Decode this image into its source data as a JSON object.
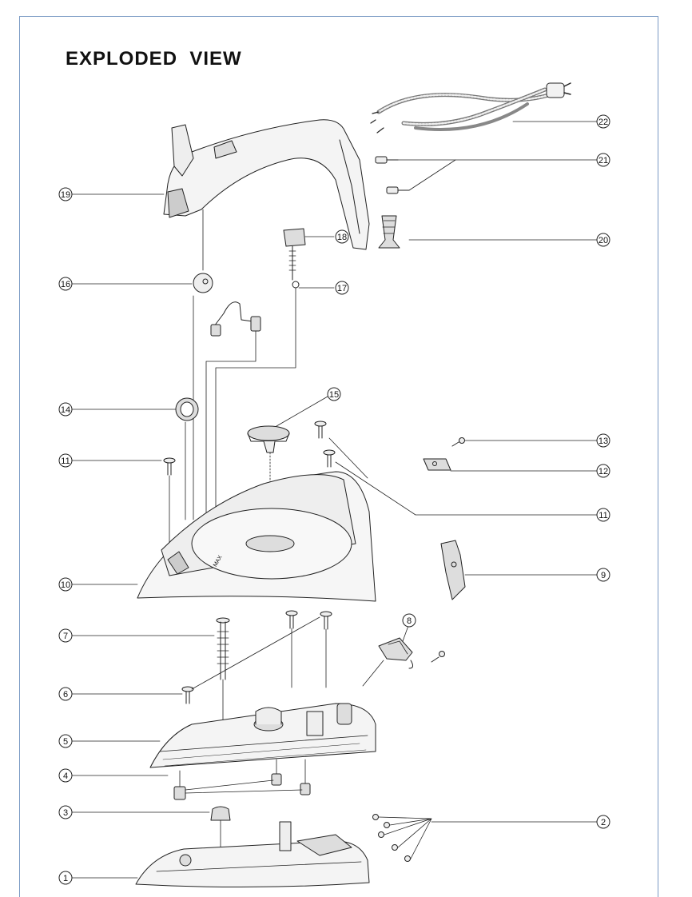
{
  "title": "EXPLODED  VIEW",
  "colors": {
    "frame": "#7a9ac4",
    "line": "#222222",
    "part_fill": "#f2f2f2",
    "part_shade": "#d8d8d8"
  },
  "labels": [
    "1",
    "2",
    "3",
    "4",
    "5",
    "6",
    "7",
    "8",
    "9",
    "10",
    "11",
    "11",
    "12",
    "13",
    "14",
    "15",
    "16",
    "17",
    "18",
    "19",
    "20",
    "21",
    "22"
  ],
  "part_names": {
    "soleplate": "soleplate-part",
    "cord": "power-cord-part",
    "handle": "handle-part"
  },
  "glyph": {
    "max_mark": "MAX"
  }
}
